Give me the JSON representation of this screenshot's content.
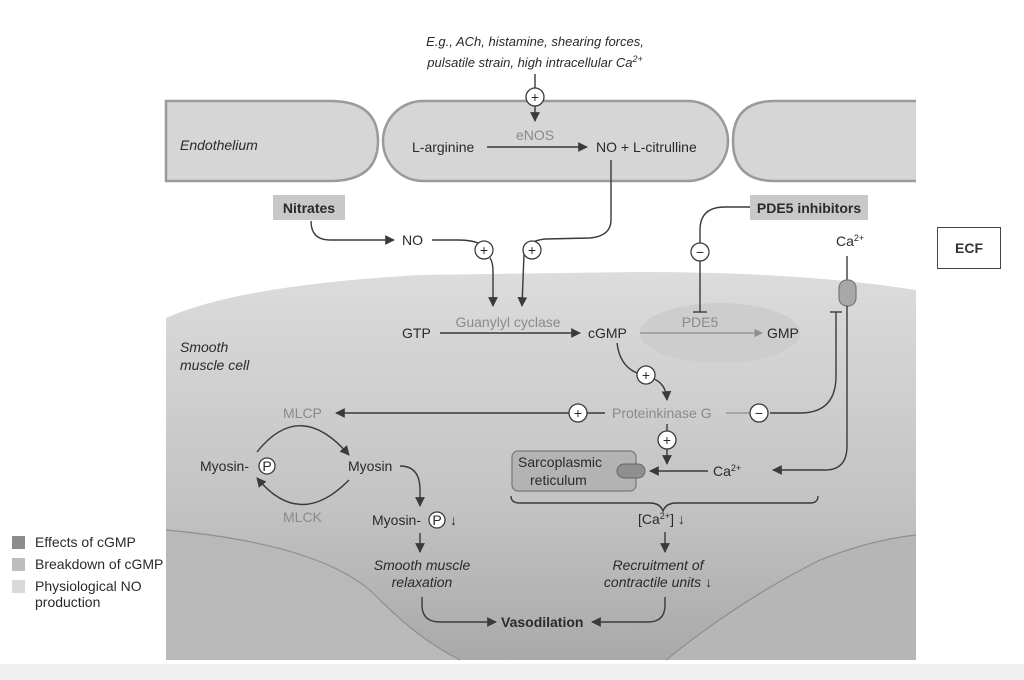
{
  "stimulus": {
    "line1": "E.g., ACh, histamine, shearing forces,",
    "line2_pre": "pulsatile strain, high intracellular Ca",
    "line2_sup": "2+"
  },
  "endothelium": {
    "label": "Endothelium",
    "substrate": "L-arginine",
    "enzyme": "eNOS",
    "product": "NO + L-citrulline"
  },
  "nitrates": {
    "label": "Nitrates",
    "no": "NO"
  },
  "pde5_inhibitors": {
    "label": "PDE5 inhibitors"
  },
  "ecf": {
    "label": "ECF",
    "ca": "Ca",
    "ca_sup": "2+"
  },
  "smooth_muscle": {
    "label_line1": "Smooth",
    "label_line2": "muscle cell",
    "gtp": "GTP",
    "guanylyl": "Guanylyl cyclase",
    "cgmp": "cGMP",
    "pde5": "PDE5",
    "gmp": "GMP",
    "pkg": "Proteinkinase G",
    "mlcp": "MLCP",
    "mlck": "MLCK",
    "myosin_p": "Myosin-",
    "myosin": "Myosin",
    "p": "P",
    "sr_line1": "Sarcoplasmic",
    "sr_line2": "reticulum",
    "ca_in": "Ca",
    "ca_in_sup": "2+",
    "ca_conc": "[Ca",
    "ca_conc_sup": "2+",
    "ca_conc_end": "] ↓",
    "down": "↓",
    "relax_line1": "Smooth muscle",
    "relax_line2": "relaxation",
    "recruit_line1": "Recruitment of",
    "recruit_line2": "contractile units ↓",
    "vasodilation": "Vasodilation"
  },
  "signs": {
    "plus": "+",
    "minus": "−"
  },
  "legend": [
    {
      "label": "Effects of cGMP",
      "color": "#8c8c8c"
    },
    {
      "label": "Breakdown of cGMP",
      "color": "#bdbdbd"
    },
    {
      "label": "Physiological NO production",
      "color": "#d9d9d9"
    }
  ],
  "colors": {
    "endothelium": "#d6d6d6",
    "cell_top": "#d9d9d9",
    "cell_bottom": "#a8a8a8",
    "label_box": "#c8c8c8"
  }
}
